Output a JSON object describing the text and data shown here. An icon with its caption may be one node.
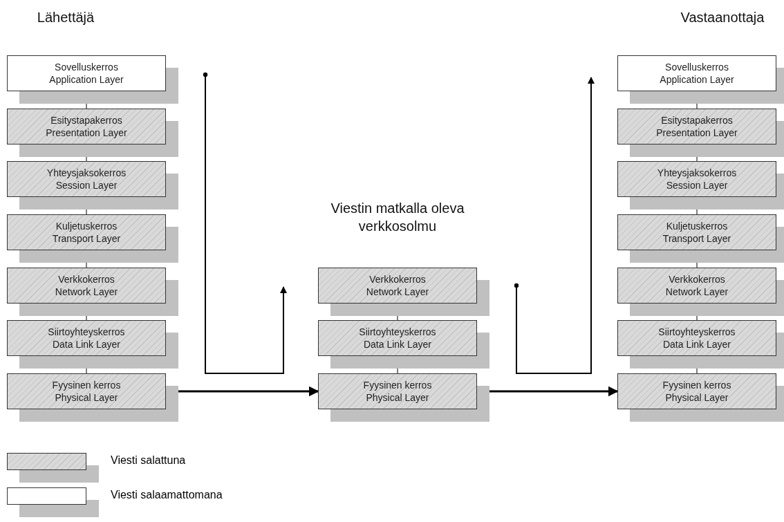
{
  "diagram": {
    "nodes": [
      {
        "text": [
          "Sovelluskerros",
          "Application Layer"
        ]
      },
      {
        "text": [
          "Esitystapakerros",
          "Presentation Layer"
        ]
      },
      {
        "text": [
          "Yhteysjaksokerros",
          "Session Layer"
        ]
      },
      {
        "text": [
          "Kuljetuskerros",
          "Transport Layer"
        ]
      },
      {
        "text": [
          "Verkkokerros",
          "Network Layer"
        ]
      },
      {
        "text": [
          "Siirtoyhteyskerros",
          "Data Link Layer"
        ]
      },
      {
        "text": [
          "Fyysinen kerros",
          "Physical Layer"
        ]
      },
      {
        "text": [
          "Verkkokerros",
          "Network Layer"
        ]
      },
      {
        "text": [
          "Siirtoyhteyskerros",
          "Data Link Layer"
        ]
      },
      {
        "text": [
          "Fyysinen kerros",
          "Physical Layer"
        ]
      },
      {
        "text": [
          "Sovelluskerros",
          "Application Layer"
        ]
      },
      {
        "text": [
          "Esitystapakerros",
          "Presentation Layer"
        ]
      },
      {
        "text": [
          "Yhteysjaksokerros",
          "Session Layer"
        ]
      },
      {
        "text": [
          "Kuljetuskerros",
          "Transport Layer"
        ]
      },
      {
        "text": [
          "Verkkokerros",
          "Network Layer"
        ]
      },
      {
        "text": [
          "Siirtoyhteyskerros",
          "Data Link Layer"
        ]
      },
      {
        "text": [
          "Fyysinen kerros",
          "Physical Layer"
        ]
      }
    ],
    "edges": [
      {
        "from": 0,
        "to": 1,
        "arrow": "none"
      },
      {
        "from": 1,
        "to": 2,
        "arrow": "none"
      },
      {
        "from": 2,
        "to": 3,
        "arrow": "none"
      },
      {
        "from": 3,
        "to": 4,
        "arrow": "none"
      },
      {
        "from": 4,
        "to": 5,
        "arrow": "none"
      },
      {
        "from": 5,
        "to": 6,
        "arrow": "none"
      },
      {
        "from": 7,
        "to": 8,
        "arrow": "none"
      },
      {
        "from": 8,
        "to": 9,
        "arrow": "none"
      },
      {
        "from": 10,
        "to": 11,
        "arrow": "none"
      },
      {
        "from": 11,
        "to": 12,
        "arrow": "none"
      },
      {
        "from": 12,
        "to": 13,
        "arrow": "none"
      },
      {
        "from": 13,
        "to": 14,
        "arrow": "none"
      },
      {
        "from": 14,
        "to": 15,
        "arrow": "none"
      },
      {
        "from": 15,
        "to": 16,
        "arrow": "none"
      },
      {
        "from": 6,
        "to": 9,
        "arrow": "to",
        "style": "thick"
      },
      {
        "from": 9,
        "to": 16,
        "arrow": "to",
        "style": "thick"
      }
    ],
    "labels": [
      "Lähettäjä",
      "Vastaanottaja",
      "Viestin matkalla oleva verkkosolmu"
    ],
    "legend": [
      {
        "text": "Viesti salattuna",
        "color": "#d9d9d9"
      },
      {
        "text": "Viesti salaamattomana",
        "color": "#ffffff"
      }
    ]
  }
}
